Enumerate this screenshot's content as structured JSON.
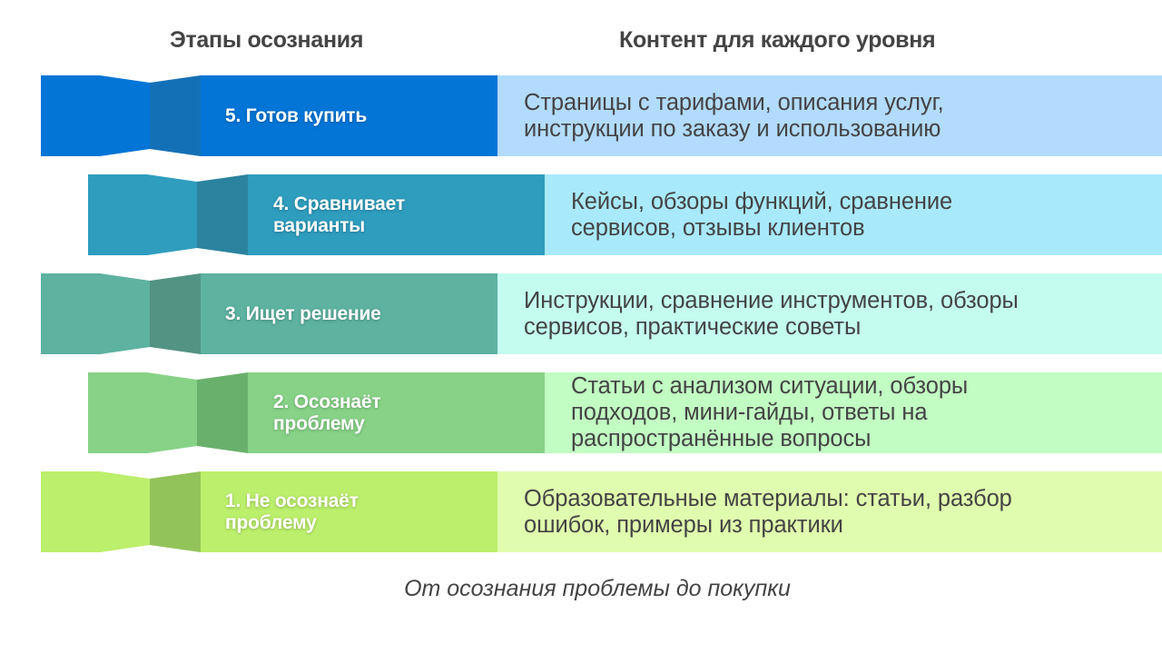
{
  "headers": {
    "stages": "Этапы осознания",
    "content": "Контент для каждого уровня"
  },
  "rows": [
    {
      "level": 5,
      "label": "5. Готов купить",
      "content": "Страницы с тарифами, описания услуг, инструкции по заказу и использованию",
      "colors": {
        "main": "#0275D6",
        "fold": "#1470B6",
        "light": "#B2DBFD"
      }
    },
    {
      "level": 4,
      "label": "4. Сравнивает варианты",
      "content": "Кейсы, обзоры функций, сравнение сервисов, отзывы клиентов",
      "colors": {
        "main": "#2F9DBE",
        "fold": "#2B839F",
        "light": "#A9E9FC"
      }
    },
    {
      "level": 3,
      "label": "3. Ищет решение",
      "content": "Инструкции, сравнение инструментов, обзоры сервисов, практические советы",
      "colors": {
        "main": "#5DB2A0",
        "fold": "#539383",
        "light": "#C4FDF0"
      }
    },
    {
      "level": 2,
      "label": "2. Осознаёт проблему",
      "content": "Статьи с анализом ситуации, обзоры подходов, мини-гайды, ответы на распространённые вопросы",
      "colors": {
        "main": "#87D287",
        "fold": "#69B06D",
        "light": "#C2FDC3"
      }
    },
    {
      "level": 1,
      "label": "1. Не осознаёт проблему",
      "content": "Образовательные материалы: статьи, разбор ошибок, примеры из практики",
      "colors": {
        "main": "#BCEF6C",
        "fold": "#92C35A",
        "light": "#E0FCAE"
      }
    }
  ],
  "caption": "От осознания проблемы до покупки"
}
